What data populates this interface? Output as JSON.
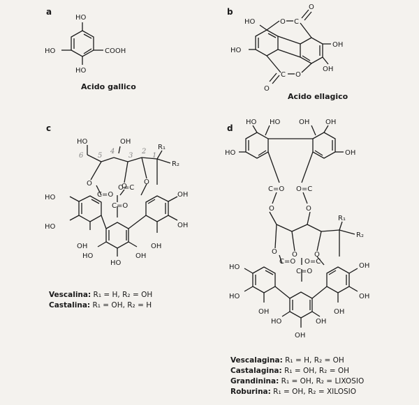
{
  "panels": {
    "a": {
      "label": "a",
      "caption": "Acido gallico"
    },
    "b": {
      "label": "b",
      "caption": "Acido ellagico"
    },
    "c": {
      "label": "c",
      "legend": [
        {
          "name": "Vescalina:",
          "text": "R₁ = H, R₂ = OH"
        },
        {
          "name": "Castalina:",
          "text": "R₁ = OH, R₂ = H"
        }
      ],
      "numbering": [
        "6",
        "5",
        "4",
        "3",
        "2",
        "1"
      ]
    },
    "d": {
      "label": "d",
      "legend": [
        {
          "name": "Vescalagina:",
          "text": "R₁ = H, R₂ = OH"
        },
        {
          "name": "Castalagina:",
          "text": "R₁ = OH, R₂ = OH"
        },
        {
          "name": "Grandinina:",
          "text": "R₁ = OH, R₂ = LIXOSIO"
        },
        {
          "name": "Roburina:",
          "text": "R₁ = OH, R₂ = XILOSIO"
        }
      ]
    }
  },
  "groups": {
    "oh": "OH",
    "ho": "HO",
    "cooh": "COOH",
    "o": "O",
    "c": "C",
    "coo": "C=O",
    "ocE": "O=C",
    "r1": "R₁",
    "r2": "R₂"
  }
}
